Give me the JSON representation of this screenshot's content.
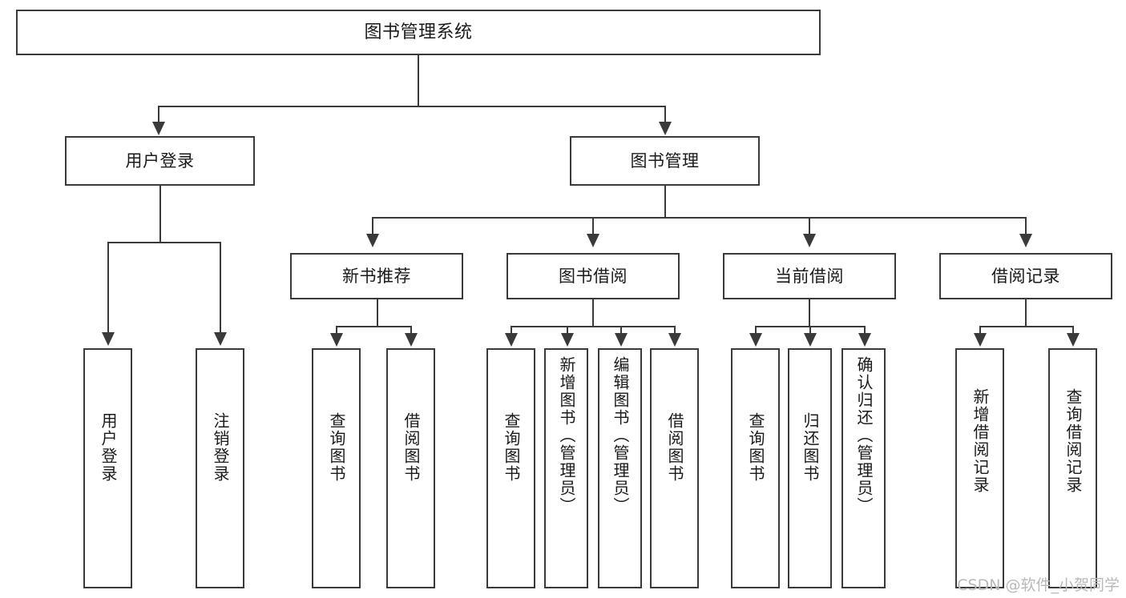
{
  "diagram": {
    "type": "tree",
    "title": "图书管理系统",
    "root": {
      "label": "图书管理系统"
    },
    "level2": [
      {
        "label": "用户登录"
      },
      {
        "label": "图书管理"
      }
    ],
    "level3": [
      {
        "label": "新书推荐"
      },
      {
        "label": "图书借阅"
      },
      {
        "label": "当前借阅"
      },
      {
        "label": "借阅记录"
      }
    ],
    "leaves": {
      "user_login": [
        {
          "label": "用户登录"
        },
        {
          "label": "注销登录"
        }
      ],
      "new_book_recommend": [
        {
          "label": "查询图书"
        },
        {
          "label": "借阅图书"
        }
      ],
      "book_borrow": [
        {
          "label": "查询图书"
        },
        {
          "label": "新增图书（管理员）"
        },
        {
          "label": "编辑图书（管理员）"
        },
        {
          "label": "借阅图书"
        }
      ],
      "current_borrow": [
        {
          "label": "查询图书"
        },
        {
          "label": "归还图书"
        },
        {
          "label": "确认归还（管理员）"
        }
      ],
      "borrow_record": [
        {
          "label": "新增借阅记录"
        },
        {
          "label": "查询借阅记录"
        }
      ]
    }
  },
  "watermark": {
    "text": "CSDN @软件_小贺同学"
  },
  "colors": {
    "stroke": "#3a3a3a",
    "fill": "#ffffff",
    "text": "#1a1a1a",
    "watermark": "#b9b9b9"
  }
}
